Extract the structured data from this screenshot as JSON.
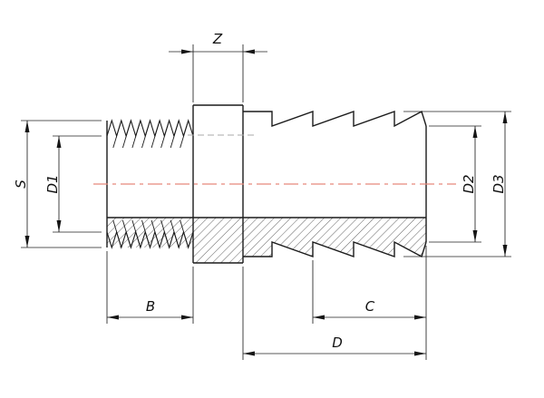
{
  "drawing": {
    "type": "technical-drawing",
    "subject": "hose-barb-threaded-adapter-section",
    "labels": {
      "z": "Z",
      "s": "S",
      "d1": "D1",
      "d2": "D2",
      "d3": "D3",
      "b": "B",
      "c": "C",
      "d": "D"
    },
    "colors": {
      "outline": "#1b1b1b",
      "dimension_lines": "#222222",
      "centerline": "#e8897c",
      "hatch": "#3c3c3c",
      "background": "#ffffff"
    }
  }
}
